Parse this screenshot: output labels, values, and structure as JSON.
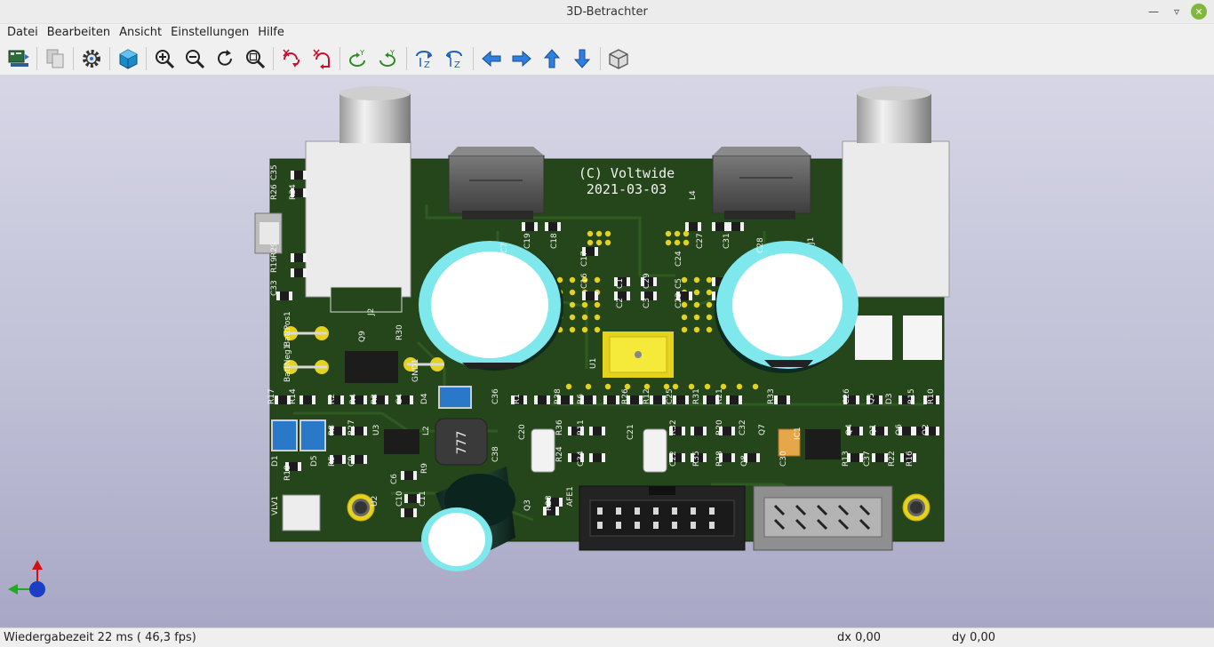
{
  "window": {
    "title": "3D-Betrachter"
  },
  "menu": [
    "Datei",
    "Bearbeiten",
    "Ansicht",
    "Einstellungen",
    "Hilfe"
  ],
  "toolbar": [
    {
      "name": "reload-board-button",
      "icon": "reload-board-icon"
    },
    {
      "name": "copy-image-button",
      "icon": "copy-icon"
    },
    {
      "name": "preferences-button",
      "icon": "gear-icon"
    },
    {
      "name": "raytracing-button",
      "icon": "cube-icon"
    },
    {
      "name": "zoom-in-button",
      "icon": "zoom-in-icon"
    },
    {
      "name": "zoom-out-button",
      "icon": "zoom-out-icon"
    },
    {
      "name": "redraw-button",
      "icon": "refresh-icon"
    },
    {
      "name": "zoom-fit-button",
      "icon": "zoom-fit-icon"
    },
    {
      "name": "rotate-x-ccw-button",
      "icon": "rotate-x-ccw-icon"
    },
    {
      "name": "rotate-x-cw-button",
      "icon": "rotate-x-cw-icon"
    },
    {
      "name": "rotate-y-ccw-button",
      "icon": "rotate-y-ccw-icon"
    },
    {
      "name": "rotate-y-cw-button",
      "icon": "rotate-y-cw-icon"
    },
    {
      "name": "rotate-z-ccw-button",
      "icon": "rotate-z-ccw-icon"
    },
    {
      "name": "rotate-z-cw-button",
      "icon": "rotate-z-cw-icon"
    },
    {
      "name": "move-left-button",
      "icon": "arrow-left-icon"
    },
    {
      "name": "move-right-button",
      "icon": "arrow-right-icon"
    },
    {
      "name": "move-up-button",
      "icon": "arrow-up-icon"
    },
    {
      "name": "move-down-button",
      "icon": "arrow-down-icon"
    },
    {
      "name": "orthographic-button",
      "icon": "ortho-cube-icon"
    }
  ],
  "board": {
    "silk_line1": "(C) Voltwide",
    "silk_line2": "2021-03-03",
    "refs": [
      "C35",
      "R26",
      "R34",
      "R29",
      "R19",
      "C33",
      "J2",
      "Q9",
      "R30",
      "BattPos1",
      "BattNeg1",
      "GND1",
      "R17",
      "R14",
      "R2",
      "R4",
      "R3",
      "C4",
      "D4",
      "C36",
      "R1",
      "R38",
      "R6",
      "R26",
      "R12",
      "C25",
      "R31",
      "R21",
      "R33",
      "C26",
      "Q5",
      "D3",
      "R15",
      "R10",
      "L2",
      "R8",
      "R27",
      "U3",
      "C20",
      "R36",
      "R11",
      "C21",
      "R32",
      "R20",
      "C32",
      "Q7",
      "IC1",
      "Q4",
      "Q1",
      "Q6",
      "Q2",
      "R5",
      "C9",
      "R24",
      "C34",
      "C22",
      "R35",
      "R28",
      "Q8",
      "C30",
      "R13",
      "C37",
      "R22",
      "R16",
      "D1",
      "D5",
      "R18",
      "C6",
      "R9",
      "C38",
      "C10",
      "C11",
      "U2",
      "Q3",
      "R23",
      "AFE1",
      "J1",
      "L4",
      "C19",
      "C18",
      "C17",
      "C16",
      "C1",
      "C29",
      "C2",
      "C3",
      "C5",
      "C27",
      "C31",
      "C24",
      "C23",
      "U1",
      "VLV1",
      "C28",
      "C7"
    ],
    "l2_marking": "777"
  },
  "colors": {
    "pcb": "#24461a",
    "pad": "#e5d21e",
    "silk": "#f2f2f2",
    "capacitor_top": "#7ee8ec",
    "gradient_top": "#d6d6e6",
    "gradient_bottom": "#a8a8c6"
  },
  "status": {
    "render_time": "Wiedergabezeit 22 ms ( 46,3 fps)",
    "dx": "dx 0,00",
    "dy": "dy 0,00"
  }
}
